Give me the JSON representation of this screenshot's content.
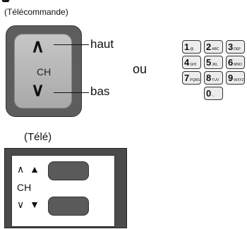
{
  "remote": {
    "caption": "(Télécommande)",
    "ch_label": "CH",
    "up_glyph": "∧",
    "down_glyph": "∨",
    "up_label": "haut",
    "down_label": "bas"
  },
  "separator": "ou",
  "keypad": {
    "keys": [
      {
        "num": "1",
        "sub": "@."
      },
      {
        "num": "2",
        "sub": "ABC"
      },
      {
        "num": "3",
        "sub": "DEF"
      },
      {
        "num": "4",
        "sub": "GHI"
      },
      {
        "num": "5",
        "sub": "JKL"
      },
      {
        "num": "6",
        "sub": "MNO"
      },
      {
        "num": "7",
        "sub": "PQRS"
      },
      {
        "num": "8",
        "sub": "TUV"
      },
      {
        "num": "9",
        "sub": "WXYZ"
      },
      {
        "num": "0",
        "sub": "-,"
      }
    ]
  },
  "tv": {
    "caption": "(Télé)",
    "up_symbols": "∧ ▲",
    "ch_label": "CH",
    "down_symbols": "∨ ▼"
  }
}
